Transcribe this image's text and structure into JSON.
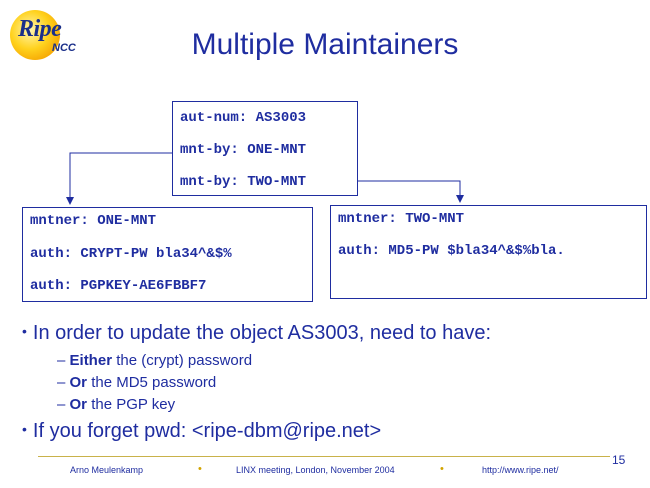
{
  "logo": {
    "word": "Ripe",
    "sub": "NCC"
  },
  "title": "Multiple Maintainers",
  "autnum_box": {
    "lines": [
      "aut-num: AS3003",
      "mnt-by: ONE-MNT",
      "mnt-by: TWO-MNT"
    ]
  },
  "one_mnt_box": {
    "lines": [
      "mntner: ONE-MNT",
      "auth: CRYPT-PW bla34^&$%",
      "auth: PGPKEY-AE6FBBF7"
    ]
  },
  "two_mnt_box": {
    "lines": [
      "mntner: TWO-MNT",
      "auth: MD5-PW $bla34^&$%bla."
    ]
  },
  "bullets": {
    "main1": "In order to update the object AS3003, need to have:",
    "sub1_bold": "Either",
    "sub1_rest": " the (crypt) password",
    "sub2_bold": "Or",
    "sub2_rest": " the MD5 password",
    "sub3_bold": "Or",
    "sub3_rest": " the PGP key",
    "main2": "If you forget pwd: <ripe-dbm@ripe.net>"
  },
  "footer": {
    "author": "Arno Meulenkamp",
    "event": "LINX meeting, London, November 2004",
    "url": "http://www.ripe.net/",
    "page": "15"
  },
  "colors": {
    "text": "#1f2da0",
    "accent": "#d2a400"
  }
}
